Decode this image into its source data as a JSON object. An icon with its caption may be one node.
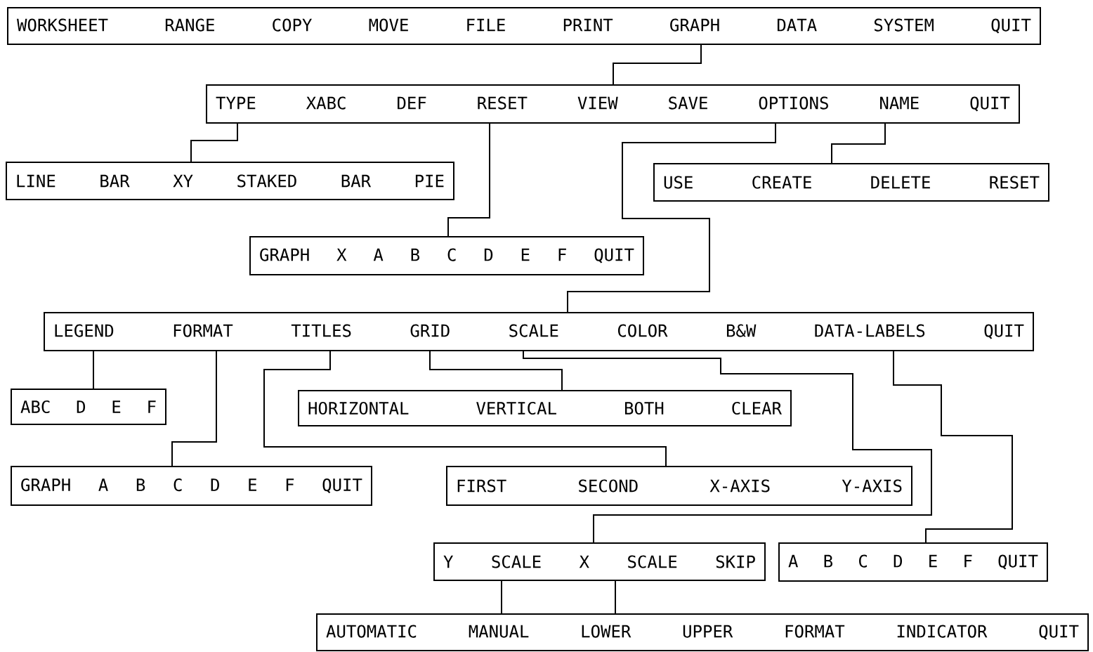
{
  "diagram": {
    "nodes": [
      {
        "text": [
          "WORKSHEET RANGE COPY MOVE FILE PRINT GRAPH DATA SYSTEM QUIT"
        ]
      },
      {
        "text": [
          "TYPE XABC DEF RESET VIEW SAVE OPTIONS NAME QUIT"
        ]
      },
      {
        "text": [
          "LINE BAR XY STAKED BAR PIE"
        ]
      },
      {
        "text": [
          "USE CREATE DELETE RESET"
        ]
      },
      {
        "text": [
          "GRAPH X A B C D E F QUIT"
        ]
      },
      {
        "text": [
          "LEGEND FORMAT TITLES GRID SCALE COLOR B&W DATA-LABELS QUIT"
        ]
      },
      {
        "text": [
          "ABC D E F"
        ]
      },
      {
        "text": [
          "HORIZONTAL VERTICAL BOTH CLEAR"
        ]
      },
      {
        "text": [
          "GRAPH A B C D E F QUIT"
        ]
      },
      {
        "text": [
          "FIRST SECOND X-AXIS Y-AXIS"
        ]
      },
      {
        "text": [
          "Y SCALE X SCALE SKIP"
        ]
      },
      {
        "text": [
          "A B C D E F QUIT"
        ]
      },
      {
        "text": [
          "AUTOMATIC MANUAL LOWER UPPER FORMAT INDICATOR QUIT"
        ]
      }
    ],
    "edges": [
      {
        "from": 0,
        "to": 1,
        "arrow": "none"
      },
      {
        "from": 1,
        "to": 2,
        "arrow": "none"
      },
      {
        "from": 1,
        "to": 4,
        "arrow": "none"
      },
      {
        "from": 1,
        "to": 5,
        "arrow": "none"
      },
      {
        "from": 1,
        "to": 3,
        "arrow": "none"
      },
      {
        "from": 5,
        "to": 6,
        "arrow": "none"
      },
      {
        "from": 5,
        "to": 8,
        "arrow": "none"
      },
      {
        "from": 5,
        "to": 9,
        "arrow": "none"
      },
      {
        "from": 5,
        "to": 7,
        "arrow": "none"
      },
      {
        "from": 5,
        "to": 10,
        "arrow": "none"
      },
      {
        "from": 5,
        "to": 11,
        "arrow": "none"
      },
      {
        "from": 10,
        "to": 12,
        "arrow": "none"
      },
      {
        "from": 10,
        "to": 12,
        "arrow": "none"
      }
    ]
  }
}
